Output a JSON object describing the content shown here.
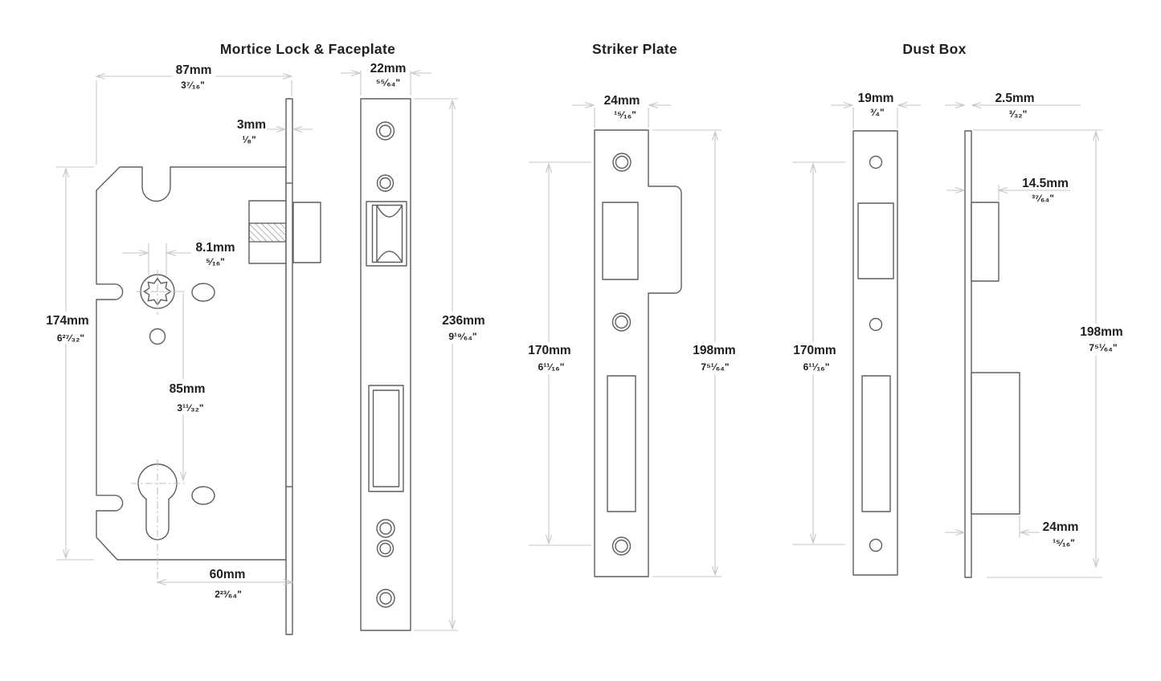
{
  "page": {
    "background": "#ffffff"
  },
  "colors": {
    "outline": "#5e5e5e",
    "dimension_lines": "#c6c6c6",
    "text": "#202020"
  },
  "views": {
    "mortice_lock": {
      "title": "Mortice Lock & Faceplate",
      "dimensions": {
        "case_width": {
          "mm": "87mm",
          "in": "3⁷⁄₁₆\""
        },
        "faceplate_thickness": {
          "mm": "3mm",
          "in": "¹⁄₈\""
        },
        "follower_hole": {
          "mm": "8.1mm",
          "in": "⁵⁄₁₆\""
        },
        "case_height": {
          "mm": "174mm",
          "in": "6²⁷⁄₃₂\""
        },
        "lock_centres": {
          "mm": "85mm",
          "in": "3¹¹⁄₃₂\""
        },
        "backset": {
          "mm": "60mm",
          "in": "2²³⁄₆₄\""
        },
        "faceplate_width": {
          "mm": "22mm",
          "in": "⁵⁵⁄₆₄\""
        },
        "faceplate_height": {
          "mm": "236mm",
          "in": "9¹⁹⁄₆₄\""
        }
      }
    },
    "striker_plate": {
      "title": "Striker Plate",
      "dimensions": {
        "width": {
          "mm": "24mm",
          "in": "¹⁵⁄₁₆\""
        },
        "screw_centres": {
          "mm": "170mm",
          "in": "6¹¹⁄₁₆\""
        },
        "height": {
          "mm": "198mm",
          "in": "7⁵¹⁄₆₄\""
        }
      }
    },
    "dust_box": {
      "title": "Dust Box",
      "dimensions": {
        "width": {
          "mm": "19mm",
          "in": "³⁄₄\""
        },
        "plate_thickness": {
          "mm": "2.5mm",
          "in": "³⁄₃₂\""
        },
        "latch_box_depth": {
          "mm": "14.5mm",
          "in": "³⁷⁄₆₄\""
        },
        "screw_centres": {
          "mm": "170mm",
          "in": "6¹¹⁄₁₆\""
        },
        "bolt_box_depth": {
          "mm": "24mm",
          "in": "¹⁵⁄₁₆\""
        },
        "height": {
          "mm": "198mm",
          "in": "7⁵¹⁄₆₄\""
        }
      }
    }
  }
}
